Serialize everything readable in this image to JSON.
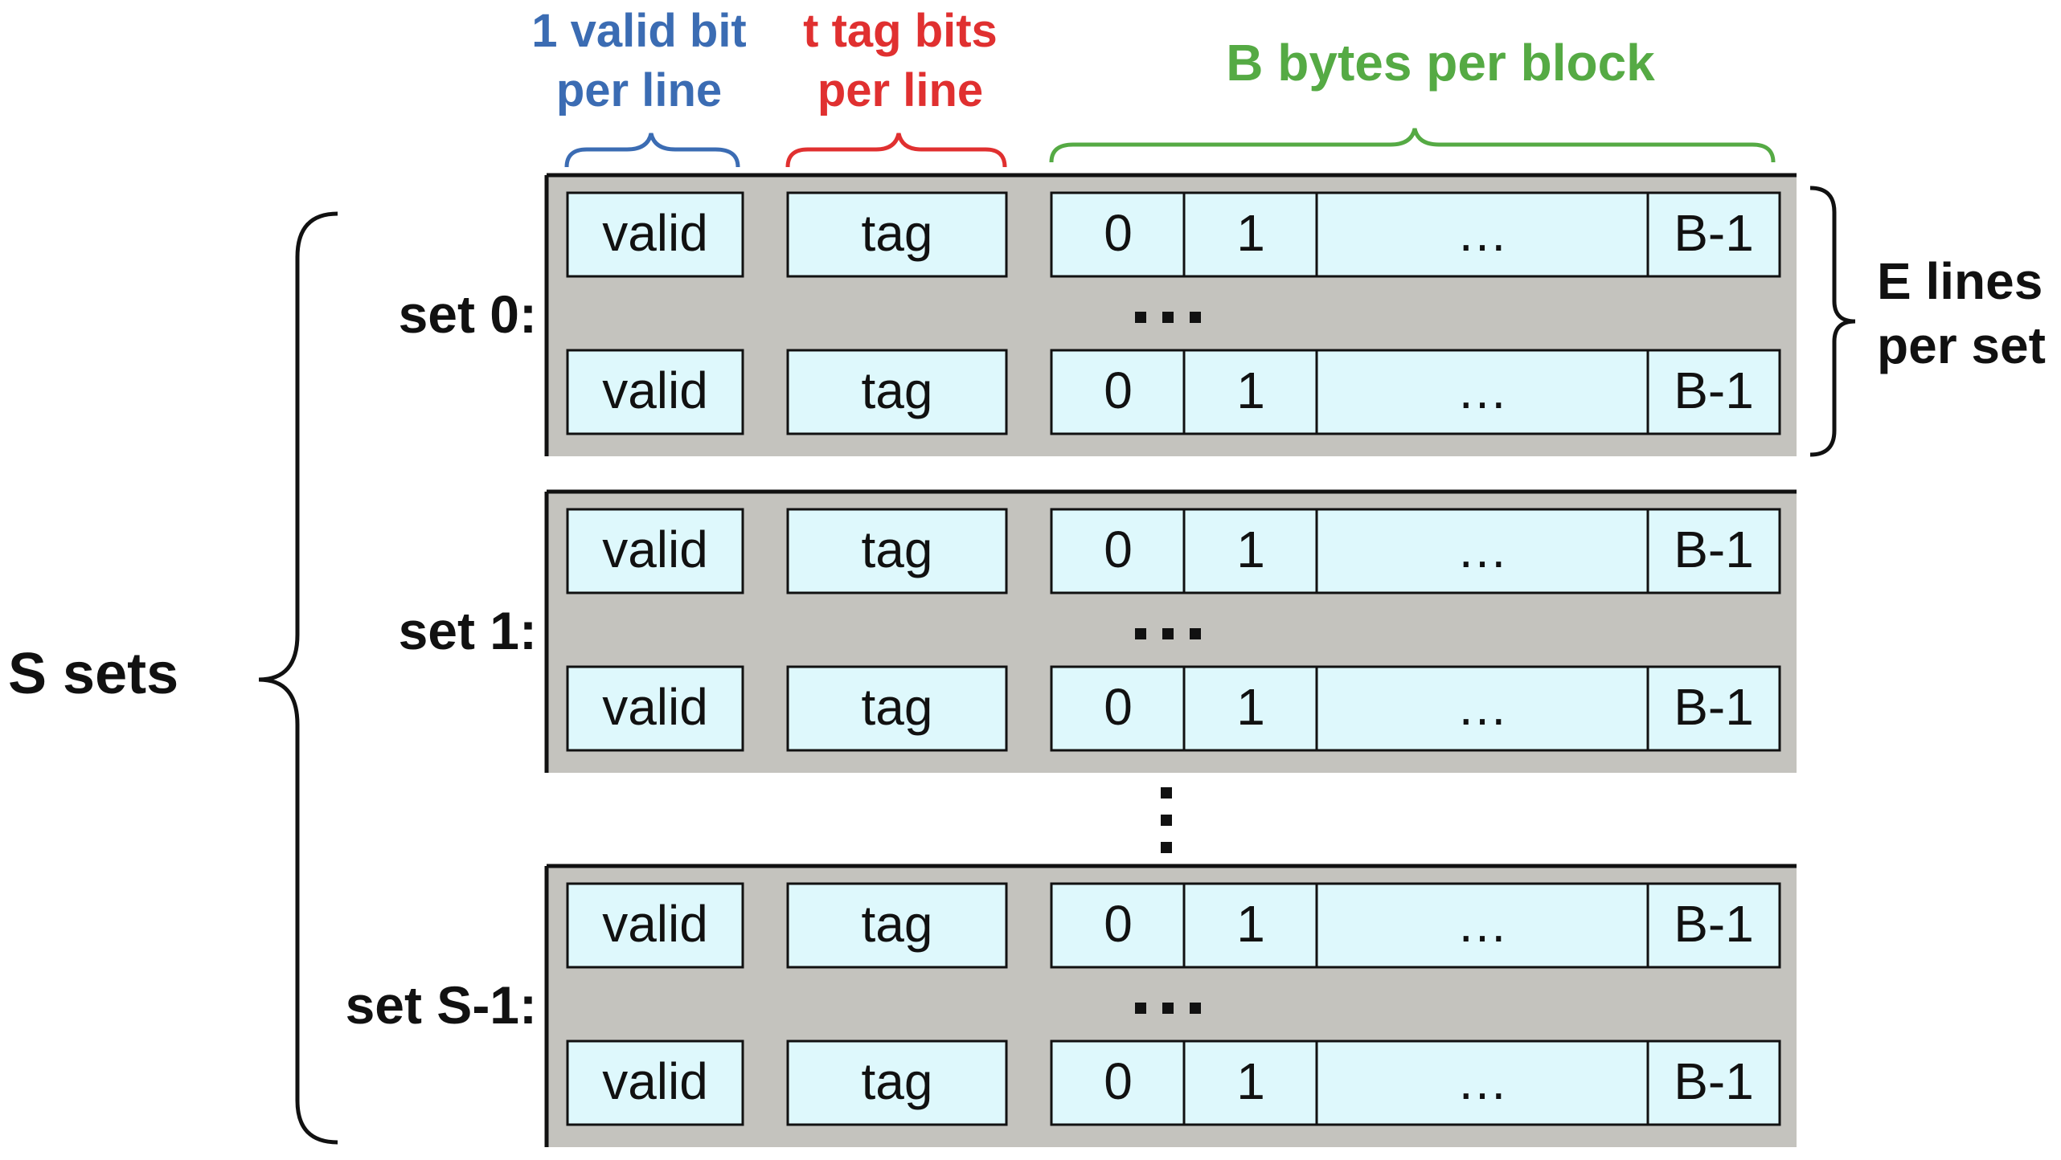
{
  "headers": {
    "valid": {
      "line1": "1 valid bit",
      "line2": "per line",
      "color": "#3b6cb3"
    },
    "tag": {
      "line1": "t tag bits",
      "line2": "per line",
      "color": "#e03030"
    },
    "block": {
      "line1": "B bytes per block",
      "color": "#55aa44"
    }
  },
  "side_labels": {
    "sets": "S sets",
    "lines_line1": "E lines",
    "lines_line2": "per set"
  },
  "sets": [
    {
      "label": "set 0:"
    },
    {
      "label": "set 1:"
    },
    {
      "label": "set S-1:"
    }
  ],
  "line_cells": {
    "valid": "valid",
    "tag": "tag",
    "byte0": "0",
    "byte1": "1",
    "ellipsis": "…",
    "last": "B-1"
  },
  "line_separator": "…",
  "colors": {
    "set_background": "#c4c3be",
    "cell_fill": "#def8fc",
    "outline": "#111111"
  }
}
